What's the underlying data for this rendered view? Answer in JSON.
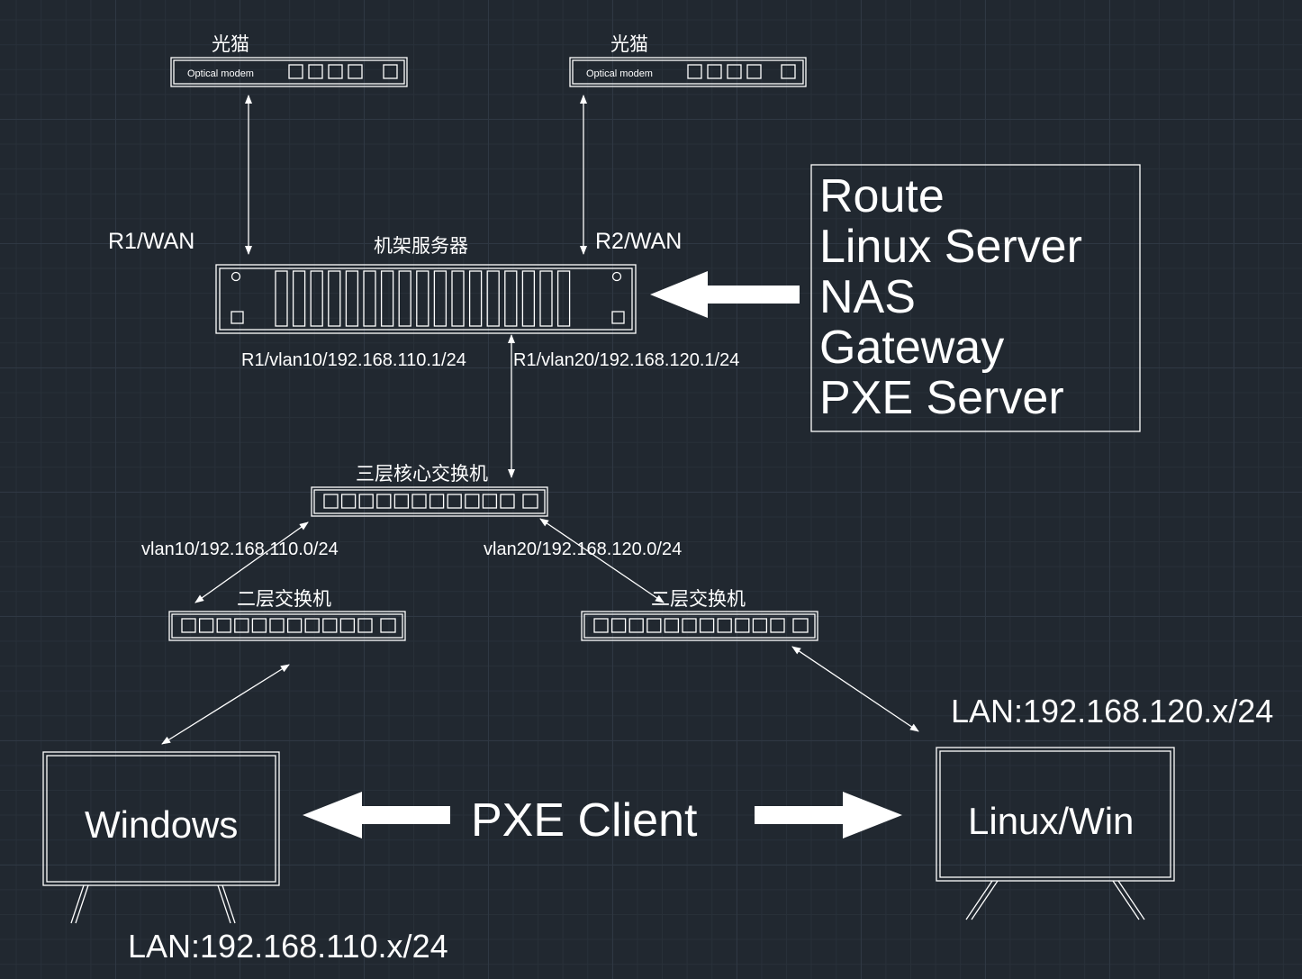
{
  "modems": [
    {
      "title": "光猫",
      "label": "Optical modem"
    },
    {
      "title": "光猫",
      "label": "Optical modem"
    }
  ],
  "wan": {
    "r1": "R1/WAN",
    "r2": "R2/WAN"
  },
  "rack_server": {
    "title": "机架服务器",
    "vlan10_addr": "R1/vlan10/192.168.110.1/24",
    "vlan20_addr": "R1/vlan20/192.168.120.1/24"
  },
  "roles": [
    "Route",
    "Linux Server",
    "NAS",
    "Gateway",
    "PXE Server"
  ],
  "core_switch": {
    "title": "三层核心交换机"
  },
  "access_switches": [
    {
      "title": "二层交换机",
      "vlan": "vlan10/192.168.110.0/24"
    },
    {
      "title": "二层交换机",
      "vlan": "vlan20/192.168.120.0/24"
    }
  ],
  "clients": {
    "left": {
      "name": "Windows",
      "lan": "LAN:192.168.110.x/24"
    },
    "right": {
      "name": "Linux/Win",
      "lan": "LAN:192.168.120.x/24"
    },
    "center_label": "PXE Client"
  },
  "colors": {
    "background": "#212830",
    "line": "#ffffff",
    "grid": "#2f3843"
  }
}
